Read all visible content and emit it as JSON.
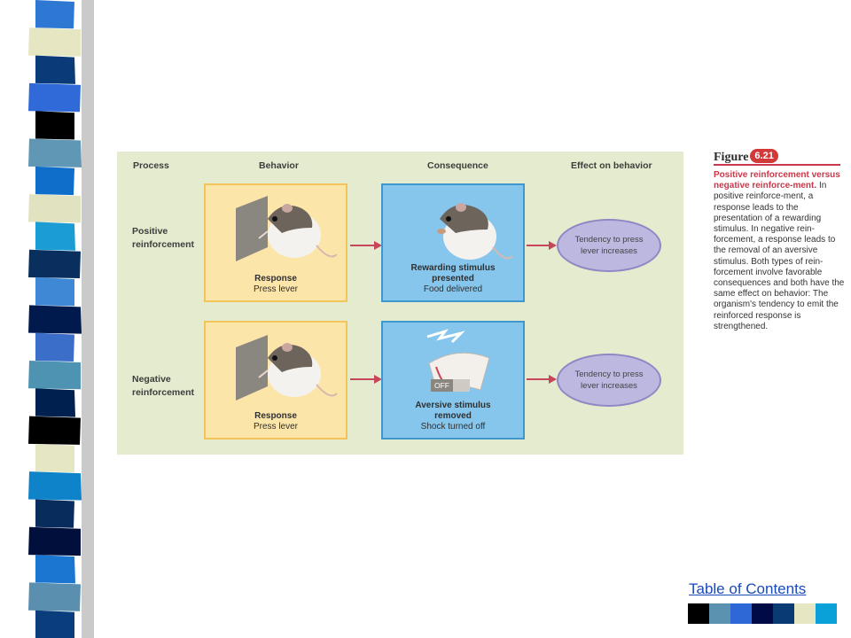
{
  "figure": {
    "columns": {
      "process": "Process",
      "behavior": "Behavior",
      "consequence": "Consequence",
      "effect": "Effect on behavior"
    },
    "rows": [
      {
        "process": [
          "Positive",
          "reinforcement"
        ],
        "behavior_title": "Response",
        "behavior_sub": "Press lever",
        "consequence_title": [
          "Rewarding stimulus",
          "presented"
        ],
        "consequence_sub": "Food delivered",
        "effect": "Tendency to press lever increases"
      },
      {
        "process": [
          "Negative",
          "reinforcement"
        ],
        "behavior_title": "Response",
        "behavior_sub": "Press lever",
        "consequence_title": [
          "Aversive stimulus",
          "removed"
        ],
        "consequence_sub": "Shock turned off",
        "switch_label": "OFF",
        "effect": "Tendency to press lever increases"
      }
    ]
  },
  "caption": {
    "label": "Figure",
    "number": "6.21",
    "heading": "Positive reinforcement versus negative reinforce-ment.",
    "body": "In positive reinforce-ment, a response leads to the presentation of a rewarding stimulus. In negative rein-forcement, a response leads to the removal of an aversive stimulus. Both types of rein-forcement involve favorable consequences and both have the same effect on behavior: The organism's tendency to emit the reinforced response is strengthened."
  },
  "navigation": {
    "toc_label": "Table of Contents"
  },
  "colors": {
    "stripes": [
      "#2e77d3",
      "#e6e6c2",
      "#0a3a78",
      "#2f6ad8",
      "#000000",
      "#5f97b5",
      "#0f6ec9",
      "#e0e2c0",
      "#1b9dd4",
      "#082f5e",
      "#3f88d6",
      "#001a4e",
      "#3b6ec8",
      "#4e94b2",
      "#00214f",
      "#000000",
      "#e5e6c3",
      "#0e83c9",
      "#082c5c",
      "#000f3c",
      "#1a76d1",
      "#5a8fb0",
      "#0a3d7c"
    ],
    "swatches": [
      "#000000",
      "#5b92b0",
      "#2e68d6",
      "#000a44",
      "#0a3a73",
      "#e6e6c2",
      "#0aa0d8"
    ]
  }
}
